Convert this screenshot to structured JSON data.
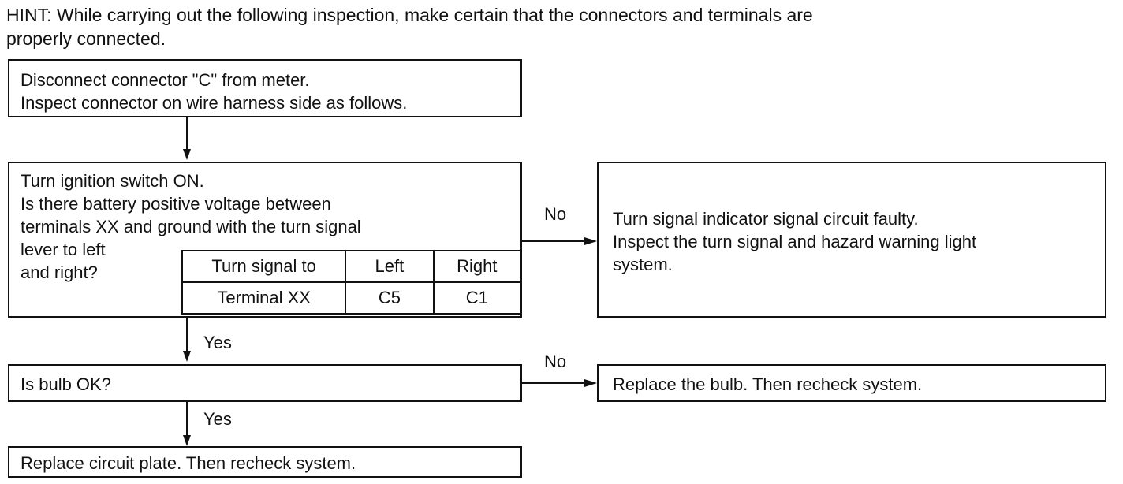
{
  "hint": {
    "line1": "HINT: While carrying out the following inspection, make certain that the connectors and terminals are",
    "line2": "properly connected."
  },
  "step1": {
    "line1": "Disconnect connector \"C\" from meter.",
    "line2": "Inspect connector on wire harness side as follows."
  },
  "step2": {
    "line1": "Turn ignition switch ON.",
    "line2": "Is there battery positive voltage between",
    "line3": "terminals XX and ground with the turn signal",
    "line4": "lever to left",
    "line5": "and right?",
    "table": {
      "header": [
        "Turn signal to",
        "Left",
        "Right"
      ],
      "row": [
        "Terminal XX",
        "C5",
        "C1"
      ]
    }
  },
  "result_no1": {
    "label": "No",
    "line1": "Turn signal indicator signal circuit faulty.",
    "line2": "Inspect the turn signal and hazard warning light",
    "line3": "system."
  },
  "yes1": "Yes",
  "step3": {
    "text": "Is bulb OK?"
  },
  "result_no2": {
    "label": "No",
    "text": "Replace the bulb. Then recheck system."
  },
  "yes2": "Yes",
  "step4": {
    "text": "Replace circuit plate. Then recheck system."
  }
}
